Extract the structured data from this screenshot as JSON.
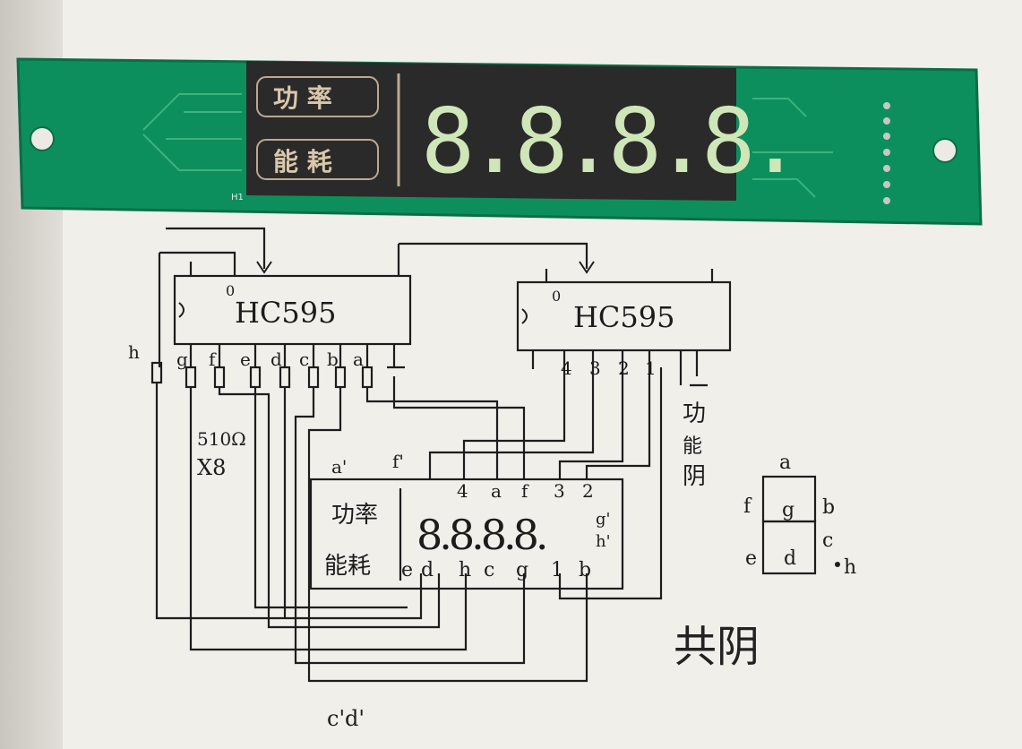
{
  "pcb": {
    "label_top": "功 率",
    "label_bottom": "能 耗",
    "display_digits": "8.8.8.8.",
    "silkscreen": "H1"
  },
  "chips": {
    "left_name": "HC595",
    "right_name": "HC595",
    "left_pin_mark": "0",
    "right_pin_mark": "0"
  },
  "left_pins": [
    "h",
    "g",
    "f",
    "e",
    "d",
    "c",
    "b",
    "a"
  ],
  "right_pins": [
    "4",
    "3",
    "2",
    "1"
  ],
  "resistor_note": "510Ω",
  "resistor_count": "X8",
  "right_side_label": "功\n能\n阴",
  "sketch_display": {
    "label_power": "功率",
    "label_energy": "能耗",
    "digits": "8.8.8.8.",
    "top_labels": [
      "4",
      "a",
      "f",
      "3",
      "2"
    ],
    "top_left_labels": [
      "a'",
      "f'"
    ],
    "bottom_labels": [
      "e",
      "d",
      "h",
      "c",
      "g",
      "1",
      "b"
    ],
    "side_labels": [
      "g'",
      "h'"
    ]
  },
  "segment_legend": {
    "a": "a",
    "b": "b",
    "c": "c",
    "d": "d",
    "e": "e",
    "f": "f",
    "g": "g",
    "h": "h"
  },
  "bottom_note": "c'd'",
  "common_cathode": "共阴"
}
